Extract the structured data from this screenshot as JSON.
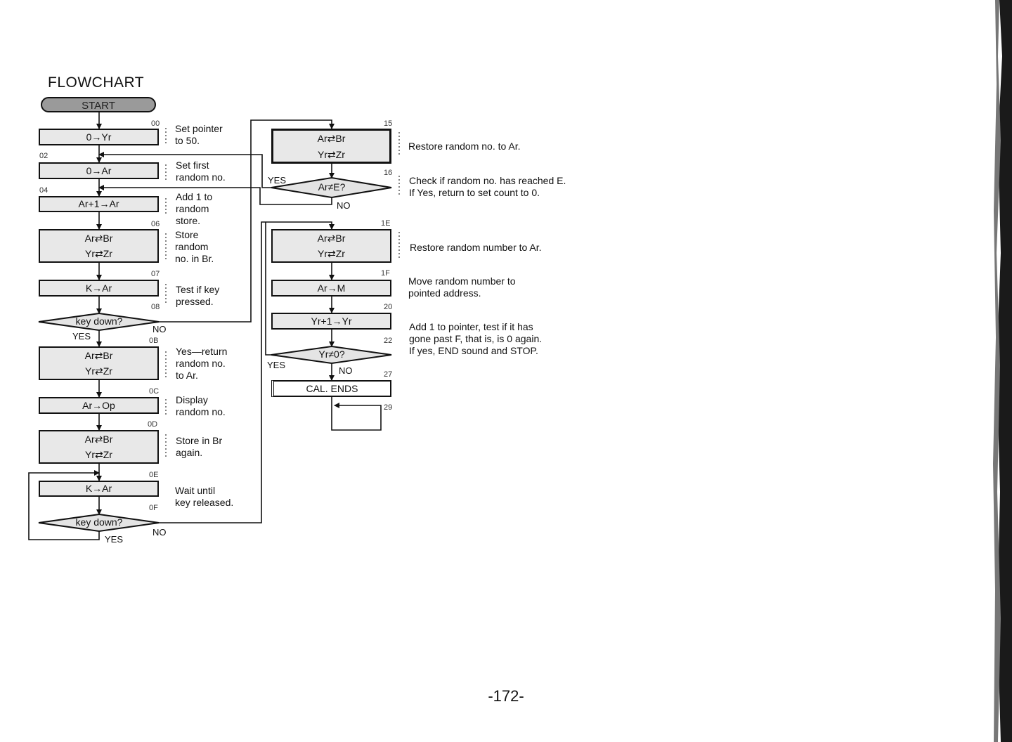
{
  "title": "FLOWCHART",
  "start_label": "START",
  "page_number": "-172-",
  "boxes": [
    {
      "id": "b00",
      "step": "00",
      "lines": [
        "0→Yr"
      ]
    },
    {
      "id": "b02",
      "step": "02",
      "lines": [
        "0→Ar"
      ]
    },
    {
      "id": "b04",
      "step": "04",
      "lines": [
        "Ar+1→Ar"
      ]
    },
    {
      "id": "b06",
      "step": "06",
      "lines": [
        "Ar⇄Br",
        "Yr⇄Zr"
      ]
    },
    {
      "id": "b07",
      "step": "07",
      "lines": [
        "K→Ar"
      ]
    },
    {
      "id": "b0B",
      "step": "0B",
      "lines": [
        "Ar⇄Br",
        "Yr⇄Zr"
      ]
    },
    {
      "id": "b0C",
      "step": "0C",
      "lines": [
        "Ar→Op"
      ]
    },
    {
      "id": "b0D",
      "step": "0D",
      "lines": [
        "Ar⇄Br",
        "Yr⇄Zr"
      ]
    },
    {
      "id": "b0E",
      "step": "0E",
      "lines": [
        "K→Ar"
      ]
    },
    {
      "id": "b15",
      "step": "15",
      "lines": [
        "Ar⇄Br",
        "Yr⇄Zr"
      ]
    },
    {
      "id": "b1E",
      "step": "1E",
      "lines": [
        "Ar⇄Br",
        "Yr⇄Zr"
      ]
    },
    {
      "id": "b1F",
      "step": "1F",
      "lines": [
        "Ar→M"
      ]
    },
    {
      "id": "b20",
      "step": "20",
      "lines": [
        "Yr+1→Yr"
      ]
    },
    {
      "id": "b27",
      "step": "27",
      "lines": [
        "CAL. ENDS"
      ]
    }
  ],
  "decisions": [
    {
      "id": "d08",
      "step": "08",
      "text": "key down?"
    },
    {
      "id": "d0F",
      "step": "0F",
      "text": "key down?"
    },
    {
      "id": "d16",
      "step": "16",
      "text": "Ar≠E?"
    },
    {
      "id": "d22",
      "step": "22",
      "text": "Yr≠0?"
    }
  ],
  "loop_step": "29",
  "branch_labels": {
    "yes": "YES",
    "no": "NO"
  },
  "notes": [
    {
      "id": "n00",
      "lines": [
        "Set pointer",
        "to 50."
      ]
    },
    {
      "id": "n02",
      "lines": [
        "Set first",
        "random no."
      ]
    },
    {
      "id": "n04",
      "lines": [
        "Add 1 to",
        "random",
        "store."
      ]
    },
    {
      "id": "n06",
      "lines": [
        "Store",
        "random",
        "no. in Br."
      ]
    },
    {
      "id": "n07",
      "lines": [
        "Test if key",
        "pressed."
      ]
    },
    {
      "id": "n0B",
      "lines": [
        "Yes—return",
        "random no.",
        "to Ar."
      ]
    },
    {
      "id": "n0C",
      "lines": [
        "Display",
        "random no."
      ]
    },
    {
      "id": "n0D",
      "lines": [
        "Store in Br",
        "again."
      ]
    },
    {
      "id": "n0E",
      "lines": [
        "Wait until",
        "key released."
      ]
    },
    {
      "id": "n15",
      "lines": [
        "Restore random no. to Ar."
      ]
    },
    {
      "id": "n16",
      "lines": [
        "Check if random no. has reached E.",
        "If Yes, return to set count to 0."
      ]
    },
    {
      "id": "n1E",
      "lines": [
        "Restore random number to Ar."
      ]
    },
    {
      "id": "n1F",
      "lines": [
        "Move random number to",
        "pointed address."
      ]
    },
    {
      "id": "n20",
      "lines": [
        "Add 1 to pointer, test if it has",
        "gone past F, that is, is 0 again.",
        "If yes, END sound and STOP."
      ]
    }
  ]
}
